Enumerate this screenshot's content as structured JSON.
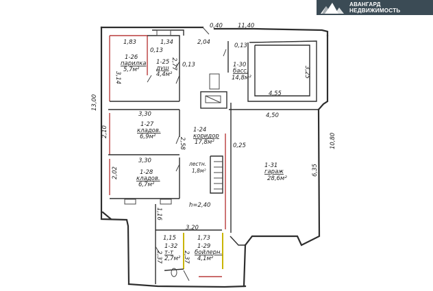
{
  "logo": {
    "line1": "АВАНГАРД",
    "line2": "НЕДВИЖИМОСТЬ",
    "bg_color": "#3b4b55",
    "icon": "mountain-logo-icon"
  },
  "plan": {
    "height_note": "h=2,40",
    "rooms": [
      {
        "id": "1-26",
        "name": "парилка",
        "area": "5,7м²"
      },
      {
        "id": "1-25",
        "name": "душ",
        "area": "4,4м²"
      },
      {
        "id": "1-30",
        "name": "басс.",
        "area": "14,8м²"
      },
      {
        "id": "1-27",
        "name": "кладов.",
        "area": "6,9м²"
      },
      {
        "id": "1-24",
        "name": "коридор",
        "area": "17,8м²"
      },
      {
        "id": "1-28",
        "name": "кладов.",
        "area": "6,7м²"
      },
      {
        "id": "1-31",
        "name": "гараж",
        "area": "28,6м²"
      },
      {
        "id": "1-32",
        "name": "т-т",
        "area": "2,7м²"
      },
      {
        "id": "1-29",
        "name": "бойлерн.",
        "area": "4,1м²"
      }
    ],
    "stairs": {
      "name": "лестн.",
      "area": "1,8м²"
    },
    "dimensions": {
      "top_040": "0,40",
      "top_1140": "11,40",
      "d183": "1,83",
      "d134": "1,34",
      "d204": "2,04",
      "d013a": "0,13",
      "d013b": "0,13",
      "d013c": "0,13",
      "d314": "3,14",
      "d277": "2,77",
      "d325": "3,25",
      "d455": "4,55",
      "d330a": "3,30",
      "d450": "4,50",
      "d1300": "13,00",
      "d210": "2,10",
      "d258": "2,58",
      "d025": "0,25",
      "d330b": "3,30",
      "d1080": "10,80",
      "d202": "2,02",
      "d635": "6,35",
      "d116": "1,16",
      "d320": "3,20",
      "d115": "1,15",
      "d173": "1,73",
      "d237a": "2,37",
      "d237b": "2,37"
    }
  }
}
